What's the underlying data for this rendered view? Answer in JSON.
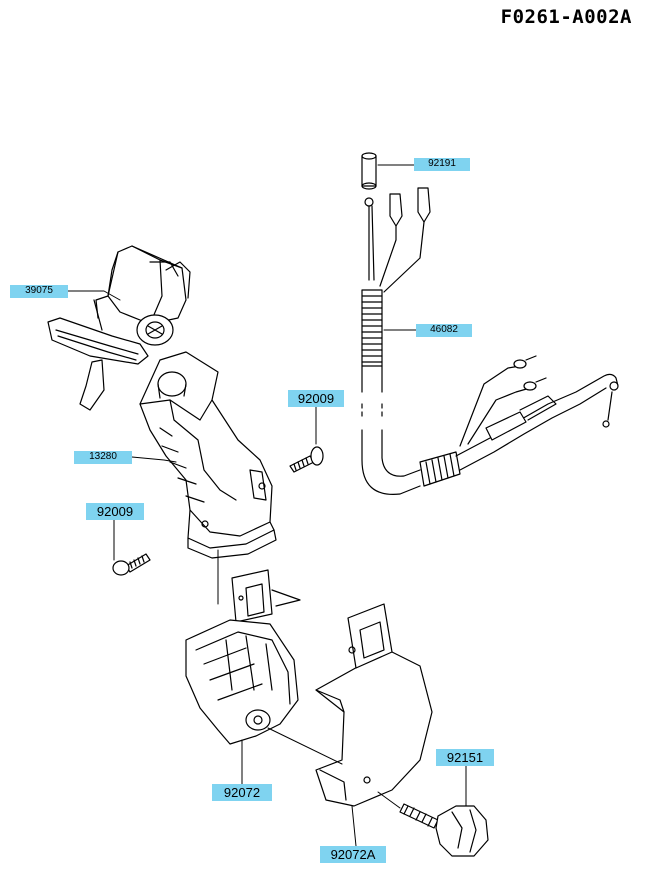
{
  "diagram_code": "F0261-A002A",
  "parts": [
    {
      "id": "lbl-39075",
      "number": "39075"
    },
    {
      "id": "lbl-13280",
      "number": "13280"
    },
    {
      "id": "lbl-92009-a",
      "number": "92009"
    },
    {
      "id": "lbl-92009-b",
      "number": "92009"
    },
    {
      "id": "lbl-92191",
      "number": "92191"
    },
    {
      "id": "lbl-46082",
      "number": "46082"
    },
    {
      "id": "lbl-92072",
      "number": "92072"
    },
    {
      "id": "lbl-92072a",
      "number": "92072A"
    },
    {
      "id": "lbl-92151",
      "number": "92151"
    }
  ],
  "colors": {
    "label_background": "#7fd3f0",
    "line": "#000000",
    "paper": "#ffffff"
  }
}
